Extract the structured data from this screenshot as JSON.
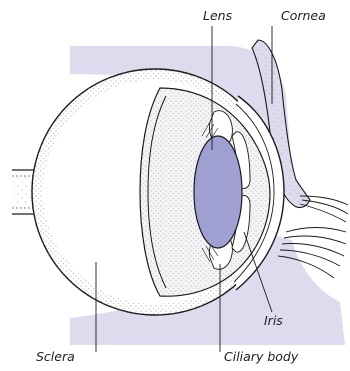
{
  "labels": {
    "lens": "Lens",
    "cornea": "Cornea",
    "iris": "Iris",
    "sclera": "Sclera",
    "ciliary_body": "Ciliary body"
  },
  "colors": {
    "tissue": "#dcdcee",
    "lens_fill": "#9f9fd2",
    "outline": "#1a1a1a",
    "leader": "#1a1a1a",
    "stipple": "#555555"
  }
}
